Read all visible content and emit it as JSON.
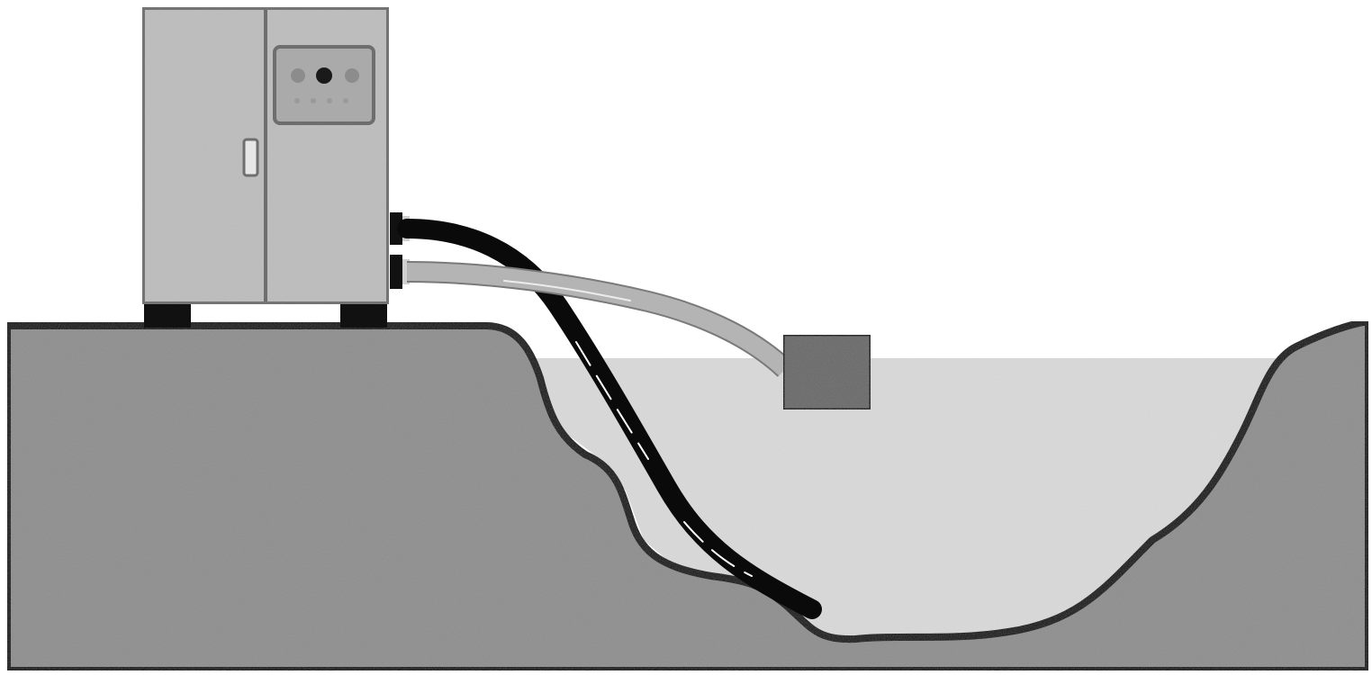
{
  "diagram": {
    "components": {
      "equipment_cabinet": {
        "icon": "cabinet-icon",
        "panel_indicator_count": 3
      },
      "hoses": [
        {
          "name": "dark-hose",
          "color": "#0a0a0a"
        },
        {
          "name": "light-hose",
          "color": "#b4b4b4"
        }
      ],
      "submerged_block": {
        "icon": "block-icon",
        "color": "#6a6a6a"
      },
      "water_body": {
        "icon": "water-icon",
        "color": "#d9d9d9"
      },
      "ground": {
        "icon": "ground-icon",
        "color": "#8f8f8f"
      }
    },
    "colors": {
      "background": "#ffffff",
      "outline": "#000000",
      "cabinet_fill": "#bdbdbd",
      "panel_fill": "#aaaaaa",
      "indicator_dark": "#1a1a1a",
      "indicator_light": "#8c8c8c"
    }
  }
}
